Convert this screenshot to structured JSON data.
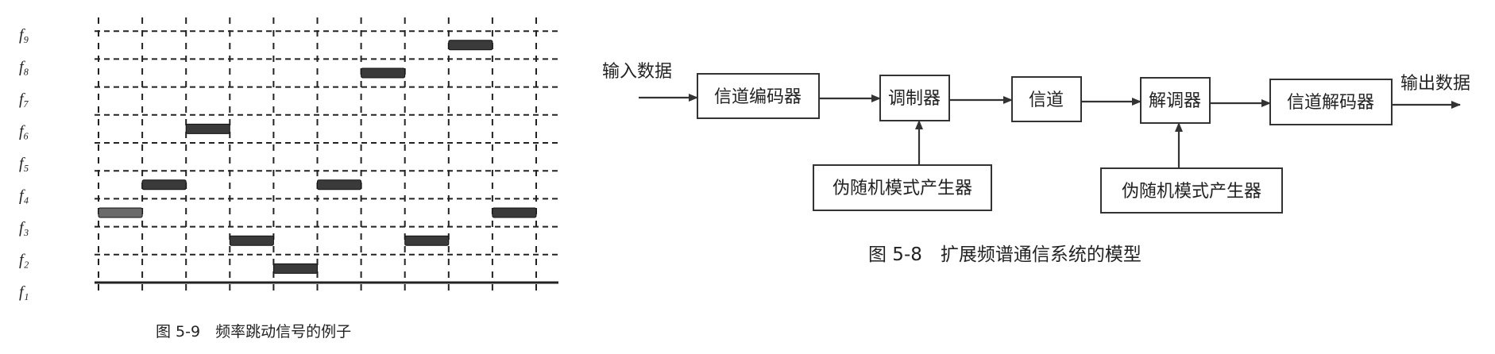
{
  "hopping_figure": {
    "caption": "图 5-9　频率跳动信号的例子",
    "frequency_labels": [
      "f₉",
      "f₈",
      "f₇",
      "f₆",
      "f₅",
      "f₄",
      "f₃",
      "f₂",
      "f₁"
    ],
    "num_time_slots": 10,
    "num_frequency_bands": 9,
    "hops": [
      3,
      4,
      6,
      2,
      1,
      4,
      8,
      2,
      9,
      3
    ],
    "bar_color": "#3a3a3a"
  },
  "spread_spectrum_figure": {
    "caption": "图 5-8　扩展频谱通信系统的模型",
    "input_label": "输入数据",
    "output_label": "输出数据",
    "blocks": {
      "channel_encoder": "信道编码器",
      "modulator": "调制器",
      "channel": "信道",
      "demodulator": "解调器",
      "channel_decoder": "信道解码器",
      "pn_generator_tx": "伪随机模式产生器",
      "pn_generator_rx": "伪随机模式产生器"
    }
  }
}
